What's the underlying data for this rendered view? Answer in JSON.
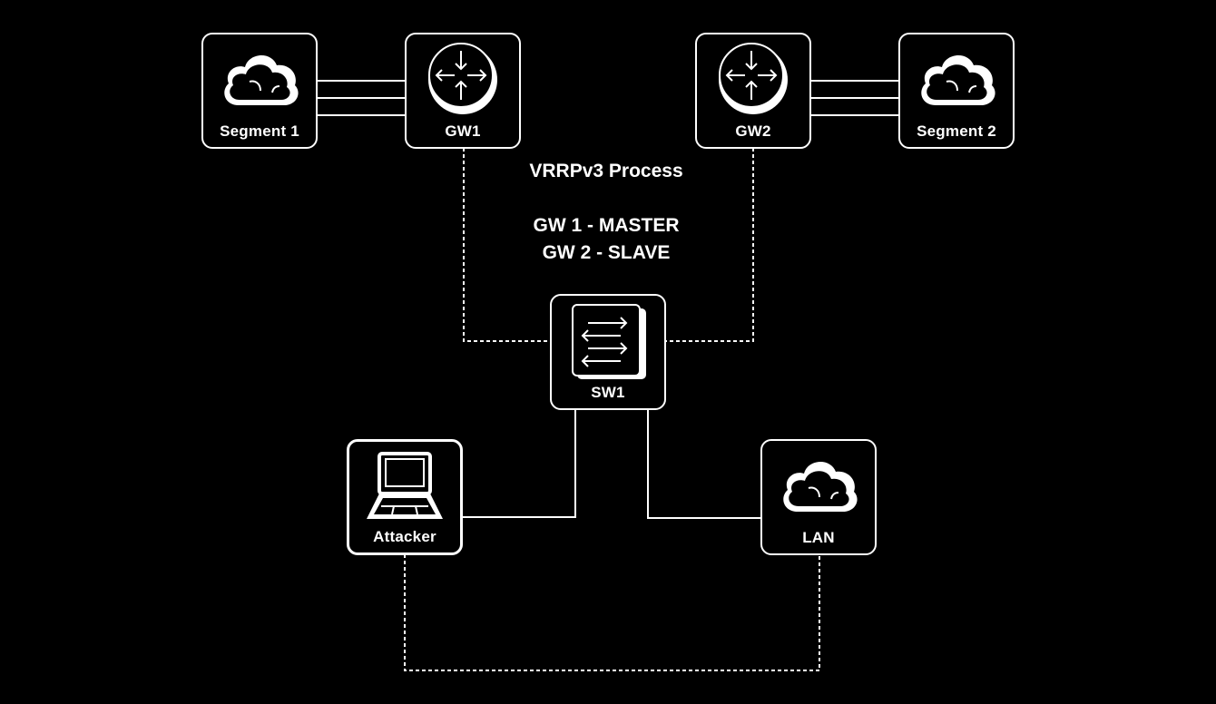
{
  "nodes": {
    "segment1": {
      "label": "Segment 1",
      "icon": "cloud-icon"
    },
    "gw1": {
      "label": "GW1",
      "icon": "router-icon"
    },
    "gw2": {
      "label": "GW2",
      "icon": "router-icon"
    },
    "segment2": {
      "label": "Segment 2",
      "icon": "cloud-icon"
    },
    "sw1": {
      "label": "SW1",
      "icon": "switch-icon"
    },
    "attacker": {
      "label": "Attacker",
      "icon": "laptop-icon"
    },
    "lan": {
      "label": "LAN",
      "icon": "cloud-icon"
    }
  },
  "process": {
    "title": "VRRPv3 Process",
    "line1": "GW 1 - MASTER",
    "line2": "GW 2 - SLAVE"
  },
  "colors": {
    "background": "#000000",
    "foreground": "#ffffff"
  }
}
